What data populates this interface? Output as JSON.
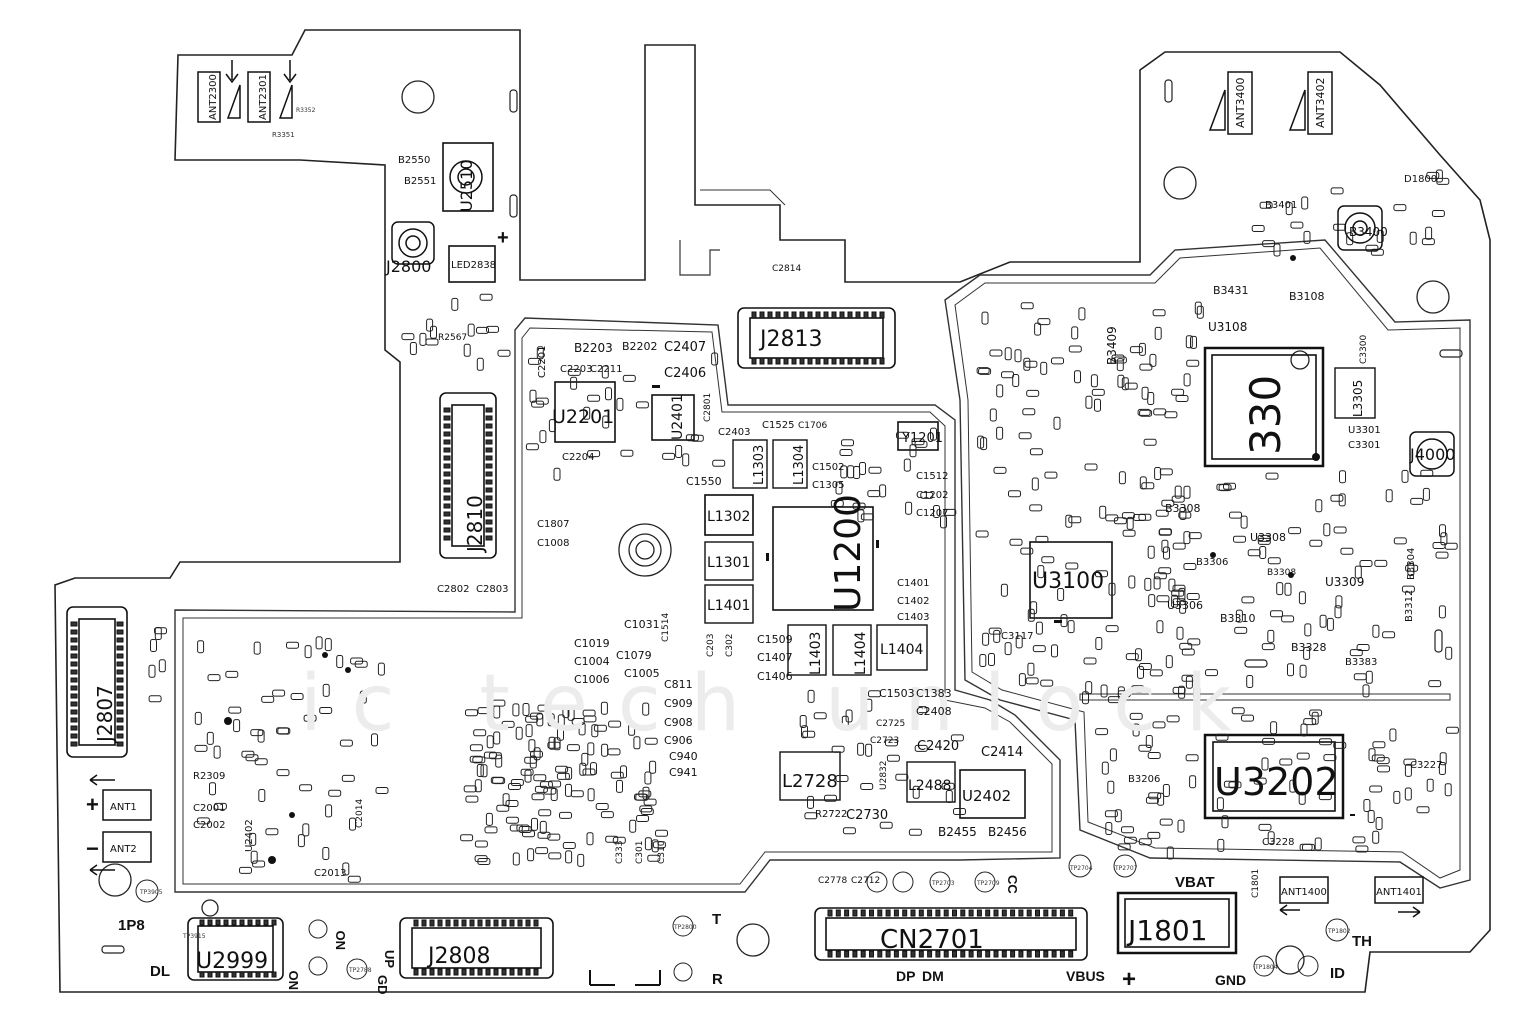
{
  "board": {
    "components": {
      "ant_top_left_1": "ANT2300",
      "ant_top_left_2": "ANT2301",
      "r3351": "R3351",
      "r3352": "R3352",
      "b2550": "B2550",
      "b2551": "B2551",
      "u2510": "U2510",
      "j2800": "J2800",
      "led2838": "LED2838",
      "r2567": "R2567",
      "j2810": "J2810",
      "c2814": "C2814",
      "j2813": "J2813",
      "c2201": "C2201",
      "b2203": "B2203",
      "b2202": "B2202",
      "c2407": "C2407",
      "c2203": "C2203",
      "c2211": "C2211",
      "c2406": "C2406",
      "u2201": "U2201",
      "u2401": "U2401",
      "c2801": "C2801",
      "c2204": "C2204",
      "c2403": "C2403",
      "c1525": "C1525",
      "c1706": "C1706",
      "y1201": "Y1201",
      "l1303": "L1303",
      "l1304": "L1304",
      "c1502": "C1502",
      "c1305": "C1305",
      "c1550": "C1550",
      "c1512": "C1512",
      "c1202": "C1202",
      "c1207": "C1207",
      "l1302": "L1302",
      "u1200": "U1200",
      "l1301": "L1301",
      "l1401": "L1401",
      "c1807": "C1807",
      "c1008": "C1008",
      "c2802": "C2802",
      "c2803": "C2803",
      "c1401": "C1401",
      "c1402": "C1402",
      "c1403": "C1403",
      "c1031": "C1031",
      "c1514": "C1514",
      "c1019": "C1019",
      "c1004": "C1004",
      "c1079": "C1079",
      "c1006": "C1006",
      "c1005": "C1005",
      "c203": "C203",
      "c302": "C302",
      "c1509": "C1509",
      "c1407": "C1407",
      "c1406": "C1406",
      "l1403": "L1403",
      "l1404a": "L1404",
      "l1404b": "L1404",
      "c1503": "C1503",
      "c1383": "C1383",
      "c2408": "C2408",
      "c811": "C811",
      "c909": "C909",
      "c908": "C908",
      "c906": "C906",
      "c940": "C940",
      "c941": "C941",
      "c2725": "C2725",
      "c2723": "C2723",
      "c2420": "C2420",
      "c2414": "C2414",
      "l2728": "L2728",
      "u2832": "U2832",
      "l2488": "L2488",
      "u2402": "U2402",
      "r2722": "R2722",
      "c2730": "C2730",
      "b2455": "B2455",
      "b2456": "B2456",
      "c333": "C333",
      "c301": "C301",
      "c310": "C310",
      "j2807": "J2807",
      "ant_left_1": "ANT1",
      "ant_left_2": "ANT2",
      "r2309": "R2309",
      "c2001": "C2001",
      "c2002": "C2002",
      "u2402b": "U2402",
      "c2013": "C2013",
      "c2014": "C2014",
      "tp3905": "TP3905",
      "tp3915": "TP3915",
      "u2999": "U2999",
      "j2808": "J2808",
      "tp2788": "TP2788",
      "tp2800": "TP2800",
      "tp2703": "TP2703",
      "tp2704": "TP2704",
      "tp2707": "TP2707",
      "tp2709": "TP2709",
      "c2778": "C2778",
      "c2712": "C2712",
      "cn2701": "CN2701",
      "j1801": "J1801",
      "c1801": "C1801",
      "ant1400": "ANT1400",
      "ant1401": "ANT1401",
      "tp1802": "TP1802",
      "tp1804": "TP1804",
      "ant3400": "ANT3400",
      "ant3402": "ANT3402",
      "b3401": "B3401",
      "d1800": "D1800",
      "b3400": "B3400",
      "b3431": "B3431",
      "b3108": "B3108",
      "u3108": "U3108",
      "b3409": "B3409",
      "u330": "330",
      "c3300": "C3300",
      "l3305": "L3305",
      "u3301": "U3301",
      "c3301": "C3301",
      "j4000": "J4000",
      "b3308": "B3308",
      "u3308": "U3308",
      "b3308b": "B3308",
      "u3100": "U3100",
      "b3306": "B3306",
      "u3306": "U3306",
      "u3309": "U3309",
      "b3304": "B3304",
      "b3310": "B3310",
      "b3312": "B3312",
      "c3117": "C3117",
      "b3328": "B3328",
      "b3383": "B3383",
      "u3202": "U3202",
      "c3227": "C3227",
      "b3206": "B3206",
      "c3228": "C3228"
    },
    "signals": {
      "vbat": "VBAT",
      "gnd": "GND",
      "vbus": "VBUS",
      "dp": "DP",
      "dm": "DM",
      "cc": "CC",
      "th": "TH",
      "id": "ID",
      "dl": "DL",
      "p1p8": "1P8",
      "no_a": "NO",
      "no_b": "NO",
      "up": "UP",
      "gd": "GD",
      "t": "T",
      "r": "R",
      "plus": "+",
      "minus": "−"
    },
    "watermark": "ic tech unlock"
  }
}
